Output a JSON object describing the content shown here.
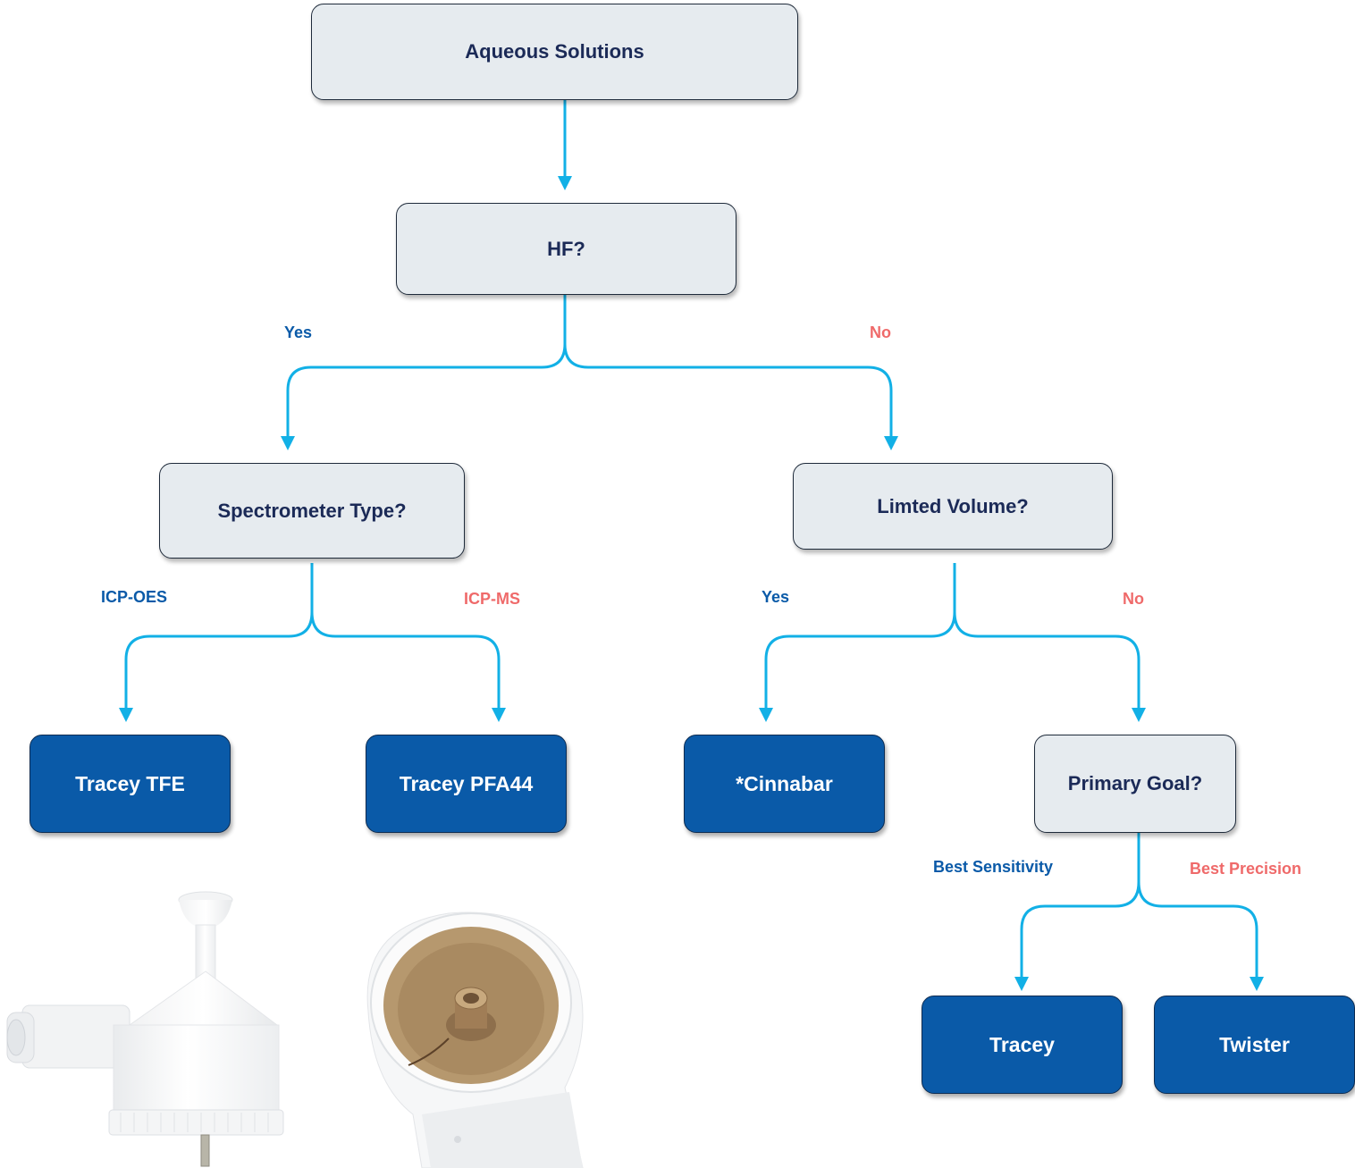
{
  "colors": {
    "question_fill": "#e6ebef",
    "result_fill": "#0a5aa8",
    "question_text": "#1b2a57",
    "connector": "#12b0e6",
    "yes_label": "#0a5aa8",
    "no_label": "#ef6a6a"
  },
  "nodes": {
    "aqueous": "Aqueous Solutions",
    "hf": "HF?",
    "spectrometer": "Spectrometer Type?",
    "limited_volume": "Limted Volume?",
    "tracey_tfe": "Tracey TFE",
    "tracey_pfa44": "Tracey PFA44",
    "cinnabar": "*Cinnabar",
    "primary_goal": "Primary Goal?",
    "tracey": "Tracey",
    "twister": "Twister"
  },
  "labels": {
    "hf_yes": "Yes",
    "hf_no": "No",
    "icp_oes": "ICP-OES",
    "icp_ms": "ICP-MS",
    "volume_yes": "Yes",
    "volume_no": "No",
    "best_sensitivity": "Best Sensitivity",
    "best_precision": "Best Precision"
  }
}
